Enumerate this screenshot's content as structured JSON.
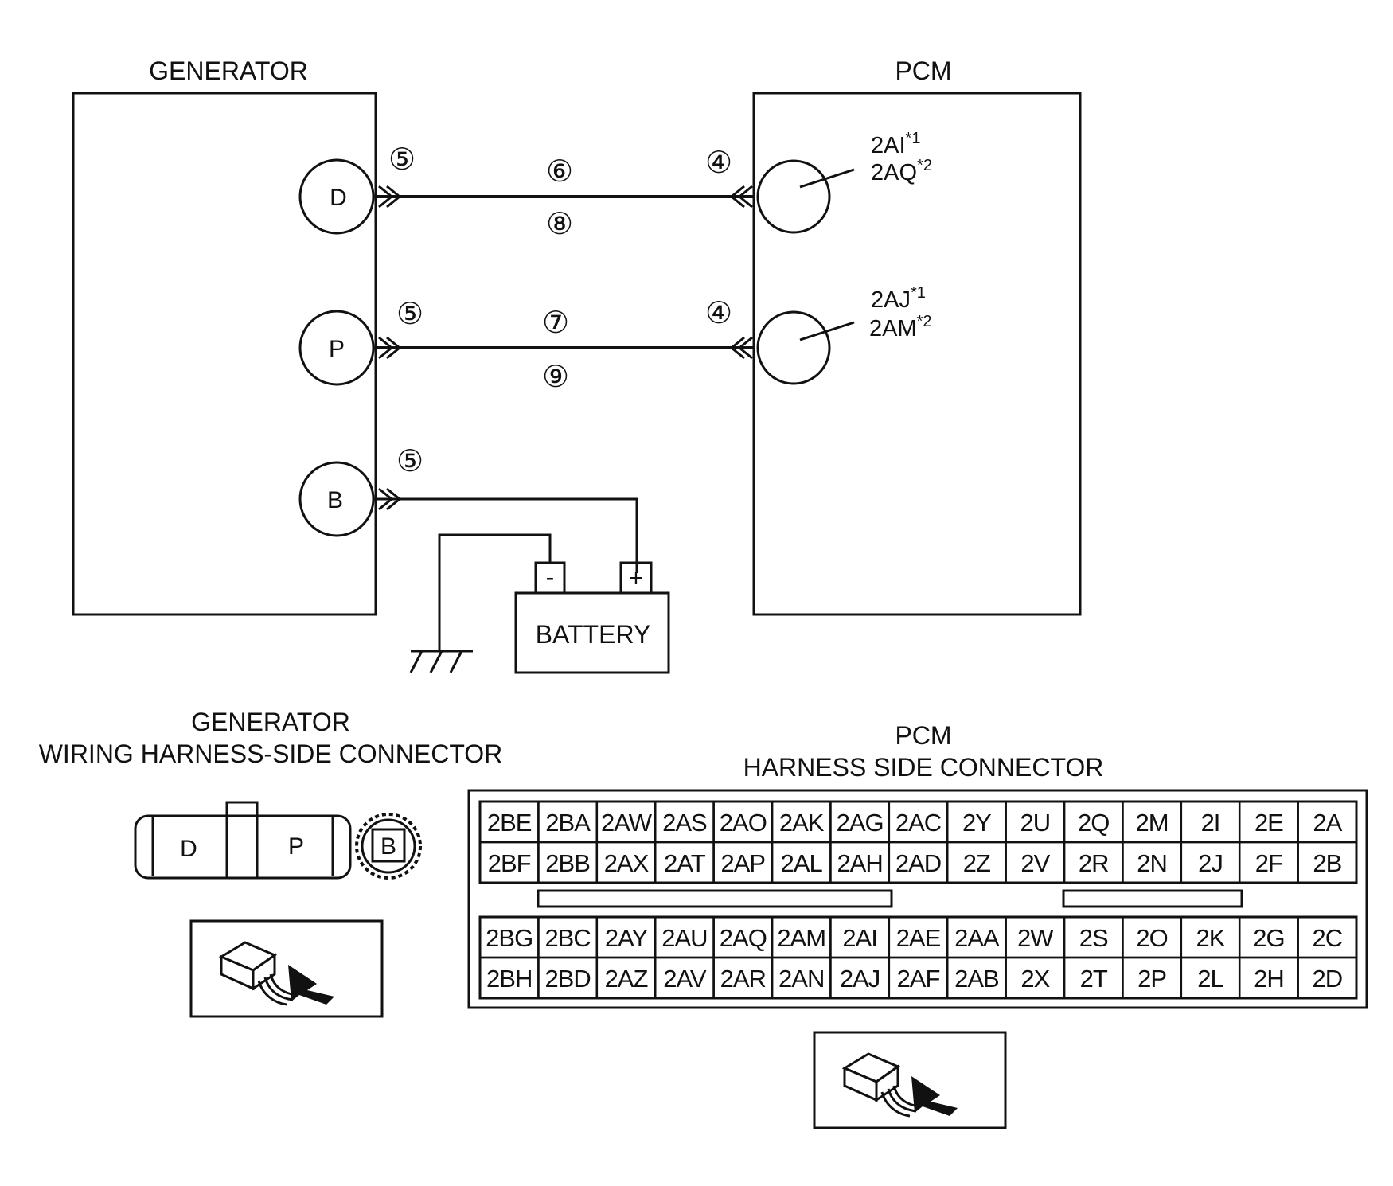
{
  "generator": {
    "title": "GENERATOR",
    "terminals": [
      "D",
      "P",
      "B"
    ]
  },
  "pcm": {
    "title": "PCM",
    "pin_d": {
      "line1": "2AI",
      "sup1": "*1",
      "line2": "2AQ",
      "sup2": "*2"
    },
    "pin_p": {
      "line1": "2AJ",
      "sup1": "*1",
      "line2": "2AM",
      "sup2": "*2"
    }
  },
  "steps": {
    "gen_d": "⑤",
    "gen_p": "⑤",
    "gen_b": "⑤",
    "pcm_d": "④",
    "pcm_p": "④",
    "wire_d_top": "⑥",
    "wire_d_bottom": "⑧",
    "wire_p_top": "⑦",
    "wire_p_bottom": "⑨"
  },
  "battery": {
    "label": "BATTERY",
    "neg": "-",
    "pos": "+"
  },
  "gen_connector": {
    "title_line1": "GENERATOR",
    "title_line2": "WIRING HARNESS-SIDE CONNECTOR",
    "pins": [
      "D",
      "P",
      "B"
    ]
  },
  "pcm_connector": {
    "title_line1": "PCM",
    "title_line2": "HARNESS SIDE CONNECTOR",
    "rows": [
      [
        "2BE",
        "2BA",
        "2AW",
        "2AS",
        "2AO",
        "2AK",
        "2AG",
        "2AC",
        "2Y",
        "2U",
        "2Q",
        "2M",
        "2I",
        "2E",
        "2A"
      ],
      [
        "2BF",
        "2BB",
        "2AX",
        "2AT",
        "2AP",
        "2AL",
        "2AH",
        "2AD",
        "2Z",
        "2V",
        "2R",
        "2N",
        "2J",
        "2F",
        "2B"
      ],
      [
        "2BG",
        "2BC",
        "2AY",
        "2AU",
        "2AQ",
        "2AM",
        "2AI",
        "2AE",
        "2AA",
        "2W",
        "2S",
        "2O",
        "2K",
        "2G",
        "2C"
      ],
      [
        "2BH",
        "2BD",
        "2AZ",
        "2AV",
        "2AR",
        "2AN",
        "2AJ",
        "2AF",
        "2AB",
        "2X",
        "2T",
        "2P",
        "2L",
        "2H",
        "2D"
      ]
    ]
  }
}
